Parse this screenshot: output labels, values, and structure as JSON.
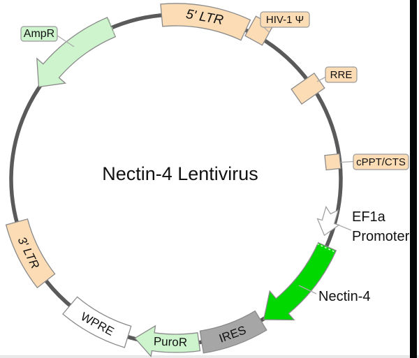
{
  "title": "Nectin-4 Lentivirus",
  "colors": {
    "ring": "#5a5a5a",
    "peach": "#fbdcb5",
    "light_green": "#cdf4cd",
    "bright_green": "#00d800",
    "gray": "#a6a6a6",
    "white": "#ffffff",
    "edge_bar": "#060606",
    "bottom_strip": "#e9e9e9"
  },
  "features": {
    "ltr5": {
      "label": "5' LTR"
    },
    "psi": {
      "label": "HIV-1 Ψ"
    },
    "rre": {
      "label": "RRE"
    },
    "cppt": {
      "label": "cPPT/CTS"
    },
    "ef1a": {
      "line1": "EF1a",
      "line2": "Promoter"
    },
    "nectin4": {
      "label": "Nectin-4"
    },
    "ires": {
      "label": "IRES"
    },
    "puror": {
      "label": "PuroR"
    },
    "wpre": {
      "label": "WPRE"
    },
    "ltr3": {
      "label": "3' LTR"
    },
    "ampr": {
      "label": "AmpR"
    }
  }
}
